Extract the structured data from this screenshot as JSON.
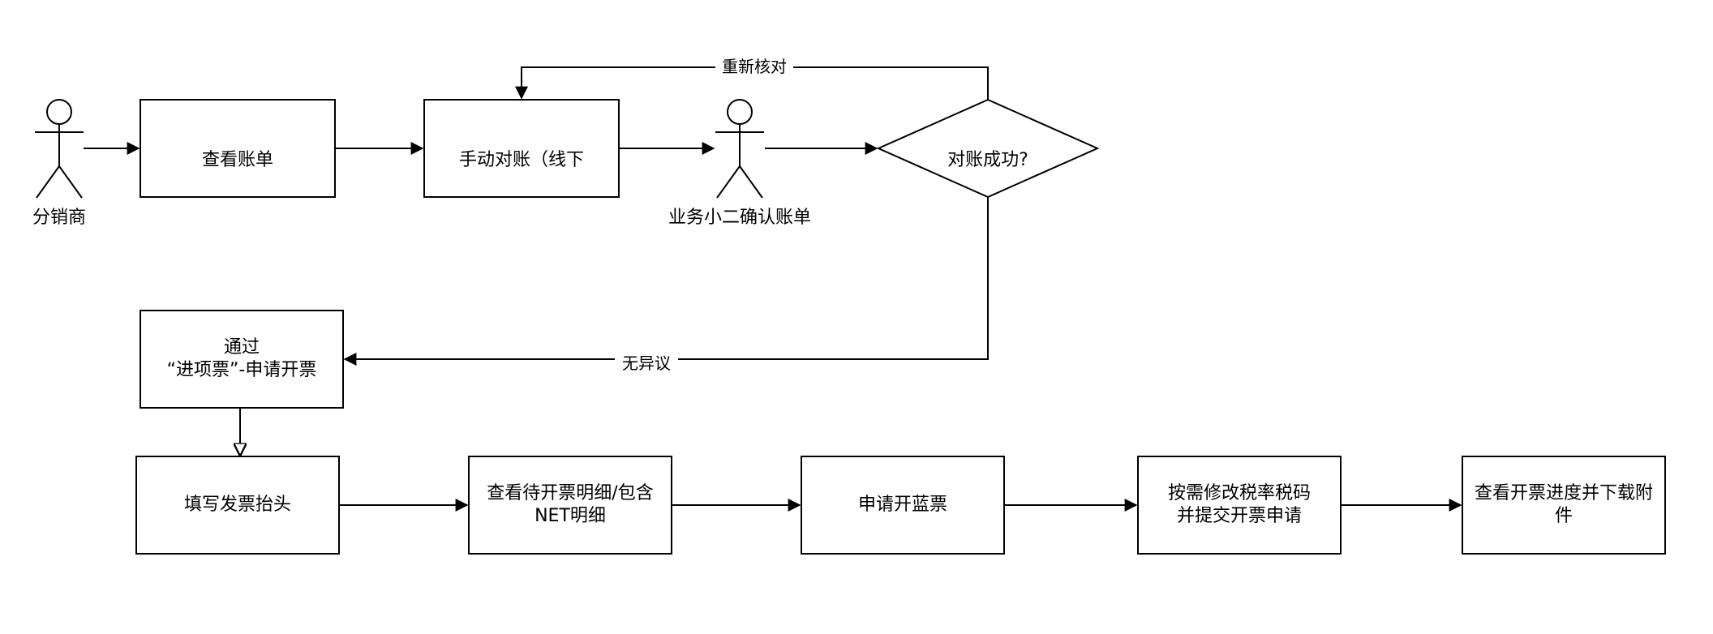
{
  "diagram": {
    "actors": {
      "distributor": "分销商",
      "staff": "业务小二确认账单"
    },
    "nodes": {
      "view_bill": "查看账单",
      "manual_reconcile": "手动对账（线下",
      "decision": "对账成功?",
      "pass_apply": "通过\n“进项票”-申请开票",
      "fill_header": "填写发票抬头",
      "view_details": "查看待开票明细/包含\nNET明细",
      "apply_blue": "申请开蓝票",
      "modify_tax": "按需修改税率税码\n并提交开票申请",
      "view_progress": "查看开票进度并下载附\n件"
    },
    "edges": {
      "recheck": "重新核对",
      "no_objection": "无异议"
    }
  },
  "colors": {
    "stroke": "#000000",
    "fill": "#ffffff"
  }
}
